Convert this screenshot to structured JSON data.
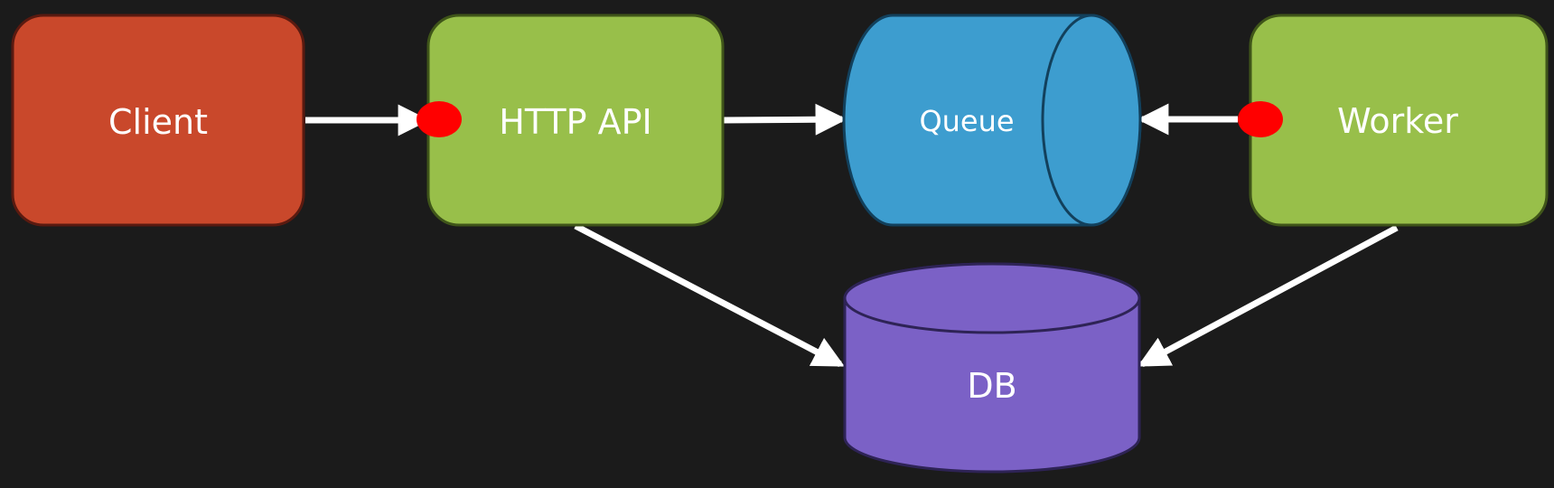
{
  "diagram": {
    "background": "#1b1b1b",
    "nodes": [
      {
        "id": "client",
        "label": "Client",
        "shape": "rounded-rect",
        "fill": "#c9482b",
        "stroke": "#5a1a10"
      },
      {
        "id": "http_api",
        "label": "HTTP API",
        "shape": "rounded-rect",
        "fill": "#98bf4a",
        "stroke": "#3f5519"
      },
      {
        "id": "queue",
        "label": "Queue",
        "shape": "horizontal-cylinder",
        "fill": "#3d9dcf",
        "stroke": "#12405c"
      },
      {
        "id": "worker",
        "label": "Worker",
        "shape": "rounded-rect",
        "fill": "#98bf4a",
        "stroke": "#3f5519"
      },
      {
        "id": "db",
        "label": "DB",
        "shape": "vertical-cylinder",
        "fill": "#7b61c6",
        "stroke": "#2e2356"
      }
    ],
    "edges": [
      {
        "from": "client",
        "to": "http_api",
        "direction": "forward"
      },
      {
        "from": "http_api",
        "to": "queue",
        "direction": "forward"
      },
      {
        "from": "worker",
        "to": "queue",
        "direction": "forward"
      },
      {
        "from": "http_api",
        "to": "db",
        "direction": "forward"
      },
      {
        "from": "worker",
        "to": "db",
        "direction": "forward"
      }
    ],
    "markers": [
      {
        "node": "http_api",
        "type": "connection-dot",
        "color": "#ff0000"
      },
      {
        "node": "worker",
        "type": "connection-dot",
        "color": "#ff0000"
      }
    ],
    "edge_color": "#ffffff"
  }
}
